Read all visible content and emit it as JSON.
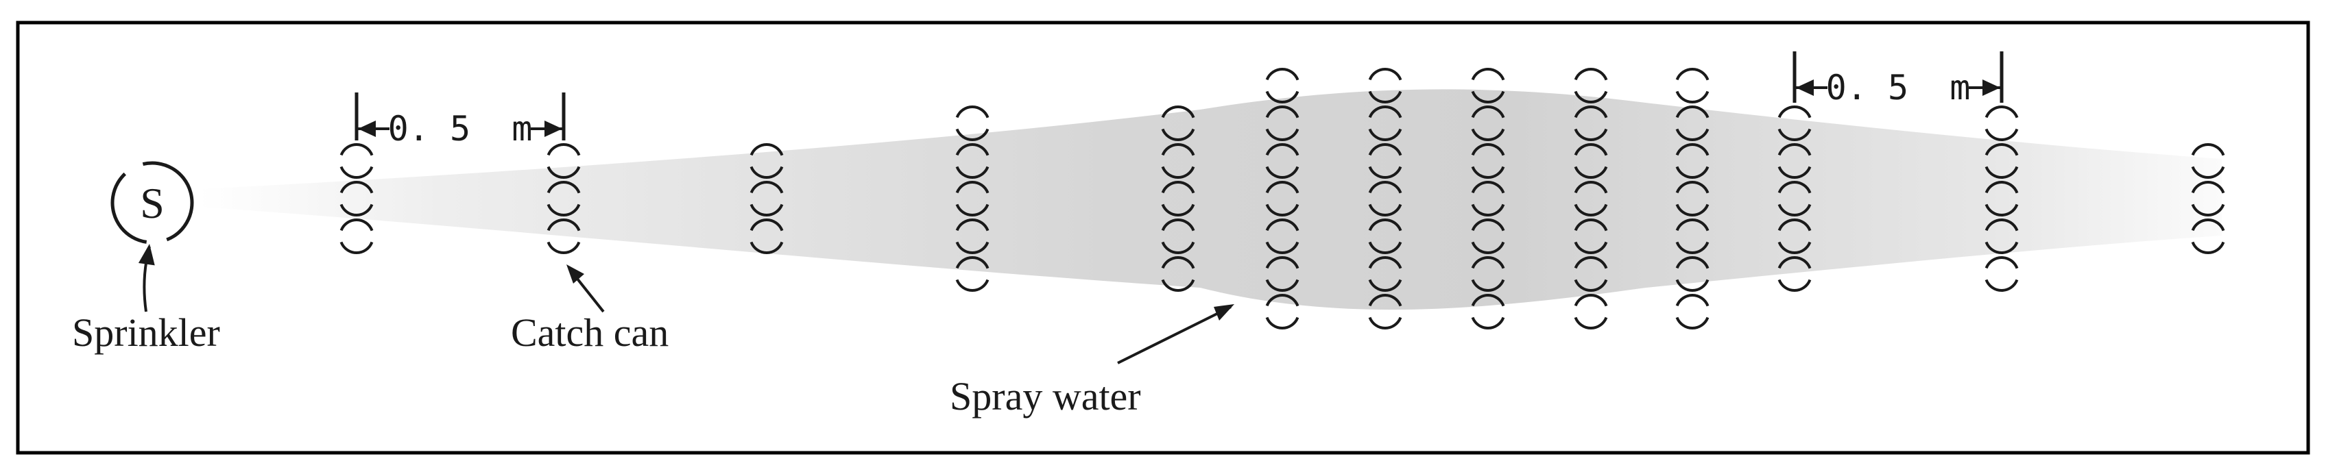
{
  "labels": {
    "sprinkler_symbol": "S",
    "sprinkler": "Sprinkler",
    "catch_can": "Catch can",
    "spray_water": "Spray water",
    "spacing_left": "0. 5  m",
    "spacing_right": "0. 5  m"
  },
  "colors": {
    "border": "#000000",
    "stroke": "#1a1a1a",
    "spray_dark": "#cfcfcf",
    "spray_light": "#f4f4f4",
    "background": "#ffffff"
  },
  "can_columns": [
    {
      "cans": 3
    },
    {
      "cans": 3
    },
    {
      "cans": 3
    },
    {
      "cans": 5
    },
    {
      "cans": 5
    },
    {
      "cans": 7
    },
    {
      "cans": 7
    },
    {
      "cans": 7
    },
    {
      "cans": 7
    },
    {
      "cans": 7
    },
    {
      "cans": 5
    },
    {
      "cans": 5
    },
    {
      "cans": 3
    }
  ]
}
